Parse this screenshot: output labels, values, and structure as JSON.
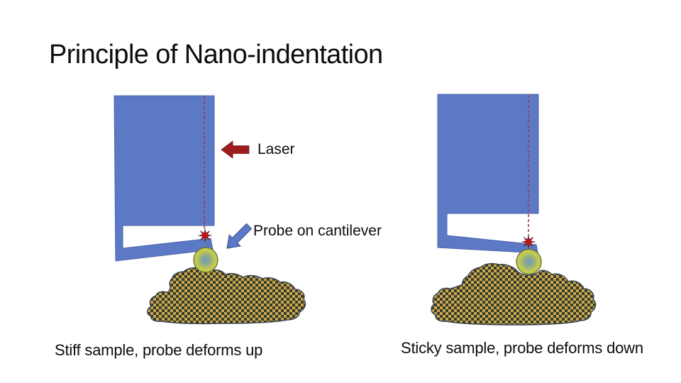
{
  "slide": {
    "title": "Principle of Nano-indentation",
    "background": "#ffffff"
  },
  "annotations": {
    "laser_label": "Laser",
    "probe_label": "Probe on cantilever"
  },
  "diagrams": [
    {
      "id": "stiff-sample",
      "caption": "Stiff sample, probe deforms up",
      "probe_deflection": "up"
    },
    {
      "id": "sticky-sample",
      "caption": "Sticky sample, probe deforms down",
      "probe_deflection": "down"
    }
  ],
  "colors": {
    "text": "#0d0d0d",
    "cantilever_blue": "#5b79c4",
    "cantilever_edge": "#4c64a8",
    "laser_arrow_red": "#9e1b1e",
    "laser_arrow_edge": "#7a1214",
    "laser_dash_red": "#a83a40",
    "laser_spot_burst": "#6e2536",
    "laser_spot_core": "#c41111",
    "probe_arrow_blue": "#5b79c4",
    "probe_arrow_edge": "#3f549a",
    "probe_ball_center": "#6f9ac6",
    "probe_ball_mid": "#8fac85",
    "probe_ball_rim": "#c3c951",
    "probe_ball_outline": "#5c6a28",
    "sample_checker_dark": "#333d2c",
    "sample_checker_gold": "#cfa64d",
    "sample_outline": "#3a4653"
  }
}
